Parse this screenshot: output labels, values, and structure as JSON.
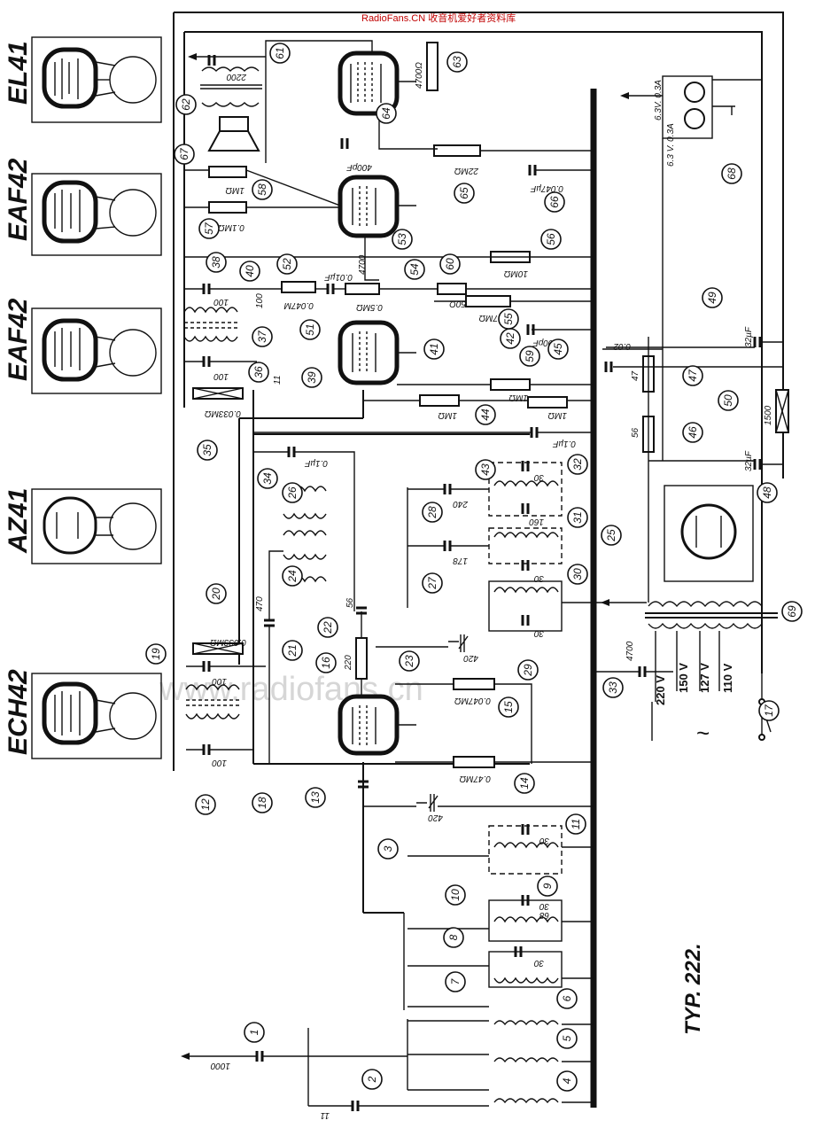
{
  "header_mark": "RadioFans.CN 收音机爱好者资料库",
  "watermark": "www.radiofans.cn",
  "type_label": "TYP. 222.",
  "tubes": {
    "el41": "EL41",
    "eaf42_a": "EAF42",
    "eaf42_b": "EAF42",
    "az41": "AZ41",
    "ech42": "ECH42"
  },
  "callouts": [
    "1",
    "2",
    "3",
    "4",
    "5",
    "6",
    "7",
    "8",
    "9",
    "10",
    "11",
    "12",
    "13",
    "14",
    "15",
    "16",
    "17",
    "18",
    "19",
    "20",
    "21",
    "22",
    "23",
    "24",
    "25",
    "26",
    "27",
    "28",
    "29",
    "30",
    "31",
    "32",
    "33",
    "34",
    "35",
    "36",
    "37",
    "38",
    "39",
    "40",
    "41",
    "42",
    "43",
    "44",
    "45",
    "46",
    "47",
    "48",
    "49",
    "50",
    "51",
    "52",
    "53",
    "54",
    "55",
    "56",
    "57",
    "58",
    "59",
    "60",
    "61",
    "62",
    "63",
    "64",
    "65",
    "66",
    "67",
    "68",
    "69"
  ],
  "values": {
    "c1": "1000",
    "c2": "11",
    "c_ant": "420",
    "c11": "30",
    "c10": "68",
    "c9": "30",
    "c8": "30",
    "c12": "100",
    "c19": "100",
    "r20": "0.033MΩ",
    "c21": "470",
    "r16": "220",
    "c22": "56",
    "c23": "420",
    "r15": "0.047MΩ",
    "r14": "0.47MΩ",
    "c33": "4700",
    "c28": "240",
    "c27": "178",
    "c29": "30",
    "c30": "30",
    "c31": "160",
    "c32": "30",
    "c34": "0.1µF",
    "c43": "0.1µF",
    "r44": "1MΩ",
    "r41": "1MΩ",
    "r42": "1MΩ",
    "r35": "0.033MΩ",
    "c36": "100",
    "c38": "100",
    "c39": "11",
    "c40": "100",
    "r52": "0.047M",
    "c51": "0.01µF",
    "r54": "0.5MΩ",
    "c53": "4700",
    "r60": "50Ω",
    "r55": "0.47MΩ",
    "r56": "10MΩ",
    "c59": "100pF",
    "c45": "0.02",
    "r47": "47",
    "r46": "56",
    "c48": "32µF",
    "c49": "32µF",
    "r50": "1500",
    "r57": "0.1MΩ",
    "r58": "1MΩ",
    "c64": "400pF",
    "r65": "22MΩ",
    "c66": "0.047µF",
    "c61": "2200",
    "r63": "4700Ω",
    "lamp": "6.3 V. 0.3A",
    "fuse": "6.3V. 0.3A",
    "v220": "220 V",
    "v150": "150 V",
    "v127": "127 V",
    "v110": "110 V",
    "ac": "~"
  },
  "colors": {
    "ink": "#111111",
    "paper": "#ffffff",
    "header_mark": "#c00000",
    "watermark": "#d6d6d6"
  }
}
